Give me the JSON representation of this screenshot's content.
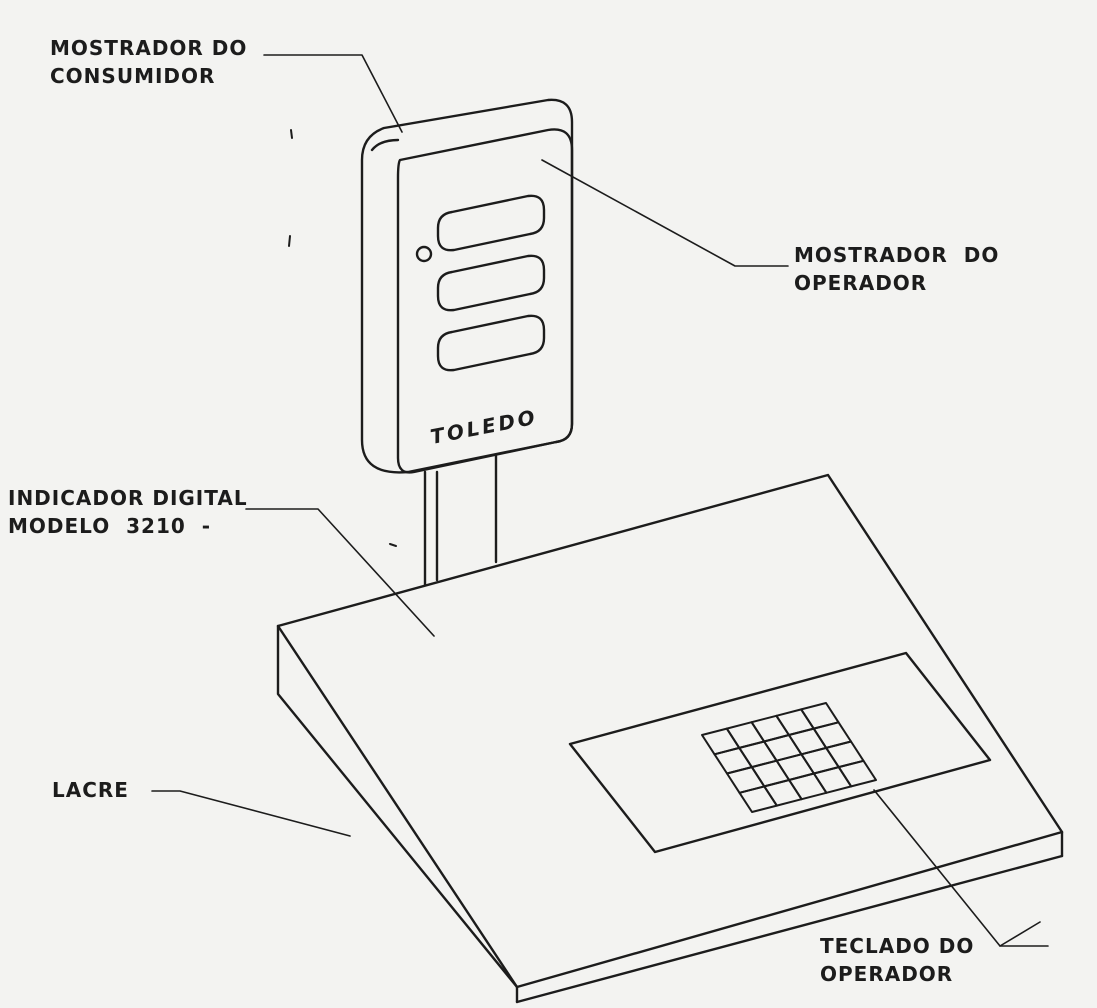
{
  "labels": {
    "consumer_display": [
      "MOSTRADOR DO",
      "CONSUMIDOR"
    ],
    "operator_display": [
      "MOSTRADOR  DO",
      "OPERADOR"
    ],
    "digital_indicator": [
      "INDICADOR DIGITAL",
      "MODELO  3210  -"
    ],
    "seal": "LACRE",
    "operator_keypad": [
      "TECLADO DO",
      "OPERADOR"
    ]
  },
  "display": {
    "brand": "TOLEDO",
    "window_count": 3
  },
  "keypad": {
    "rows": 4,
    "columns": 5
  },
  "colors": {
    "ink": "#1c1c1c",
    "paper": "#f3f3f1"
  }
}
